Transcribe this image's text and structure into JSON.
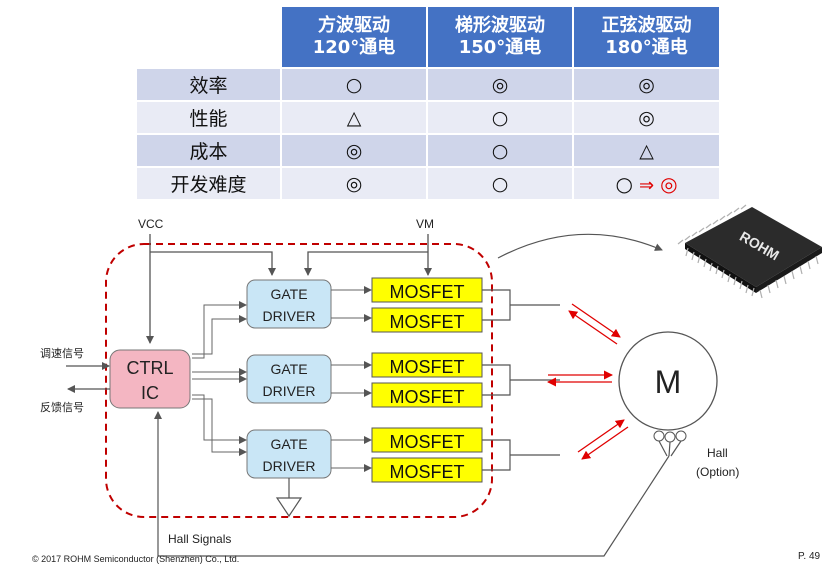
{
  "table": {
    "corner": "",
    "headers": [
      {
        "line1": "方波驱动",
        "line2": "120°通电"
      },
      {
        "line1": "梯形波驱动",
        "line2": "150°通电"
      },
      {
        "line1": "正弦波驱动",
        "line2": "180°通电"
      }
    ],
    "rows": [
      {
        "label": "效率",
        "cells": [
          "○",
          "◎",
          "◎"
        ],
        "red": [
          false,
          false,
          true
        ]
      },
      {
        "label": "性能",
        "cells": [
          "△",
          "○",
          "◎"
        ],
        "red": [
          false,
          false,
          false
        ]
      },
      {
        "label": "成本",
        "cells": [
          "◎",
          "○",
          "△"
        ],
        "red": [
          false,
          false,
          false
        ]
      },
      {
        "label": "开发难度",
        "cells": [
          "◎",
          "○",
          ""
        ],
        "red": [
          false,
          false,
          false
        ],
        "last_cell": {
          "from": "○",
          "arrow": "⇒",
          "to": "◎"
        }
      }
    ]
  },
  "diagram": {
    "vcc": "VCC",
    "vm": "VM",
    "ctrl_line1": "CTRL",
    "ctrl_line2": "IC",
    "speed_signal": "调速信号",
    "feedback_signal": "反馈信号",
    "gate_line1": "GATE",
    "gate_line2": "DRIVER",
    "mosfet": "MOSFET",
    "motor": "M",
    "hall": "Hall",
    "hall_option": "(Option)",
    "hall_signals": "Hall Signals",
    "chip_brand": "ROHM",
    "colors": {
      "ctrl_fill": "#f4b6c2",
      "gate_fill": "#c9e6f6",
      "mosfet_fill": "#ffff00",
      "dashed_border": "#c00000",
      "phase_arrow": "#e00000"
    }
  },
  "footer": {
    "copyright": "© 2017 ROHM Semiconductor (Shenzhen) Co., Ltd.",
    "page": "P. 49"
  }
}
